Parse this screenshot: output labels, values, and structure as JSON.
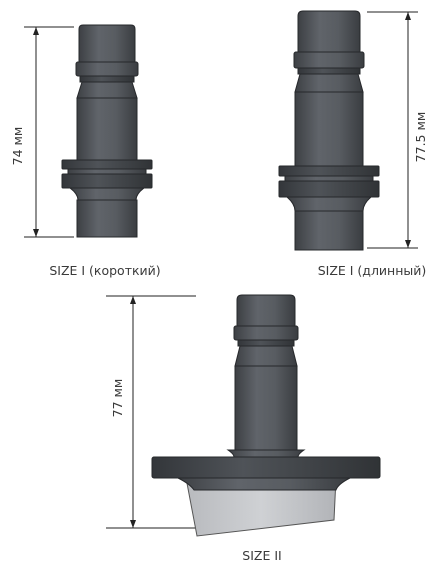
{
  "figures": [
    {
      "caption": "SIZE I (короткий)",
      "dimension": "74 мм"
    },
    {
      "caption": "SIZE I (длинный)",
      "dimension": "77.5 мм"
    },
    {
      "caption": "SIZE II",
      "dimension": "77 мм"
    }
  ],
  "colors": {
    "body_dark": "#4b4e53",
    "body_mid": "#5c6065",
    "body_light": "#6d7177",
    "outline": "#26282b",
    "base_plate": "#c4c6c9",
    "dim_line": "#222222",
    "text": "#3a3a3a"
  }
}
